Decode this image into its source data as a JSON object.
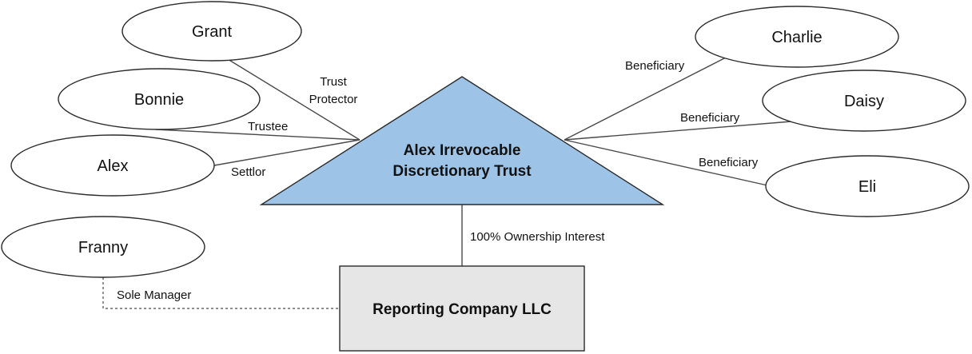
{
  "trust": {
    "line1": "Alex Irrevocable",
    "line2": "Discretionary Trust",
    "fill_color": "#9DC3E6"
  },
  "company": {
    "label": "Reporting Company LLC",
    "fill_color": "#E7E6E6"
  },
  "people": {
    "grant": "Grant",
    "bonnie": "Bonnie",
    "alex": "Alex",
    "franny": "Franny",
    "charlie": "Charlie",
    "daisy": "Daisy",
    "eli": "Eli"
  },
  "relationships": {
    "grant_line1": "Trust",
    "grant_line2": "Protector",
    "bonnie": "Trustee",
    "alex": "Settlor",
    "charlie": "Beneficiary",
    "daisy": "Beneficiary",
    "eli": "Beneficiary",
    "ownership": "100% Ownership Interest",
    "franny": "Sole Manager"
  },
  "edge_styles": {
    "franny_to_company": "dashed",
    "others": "solid"
  }
}
